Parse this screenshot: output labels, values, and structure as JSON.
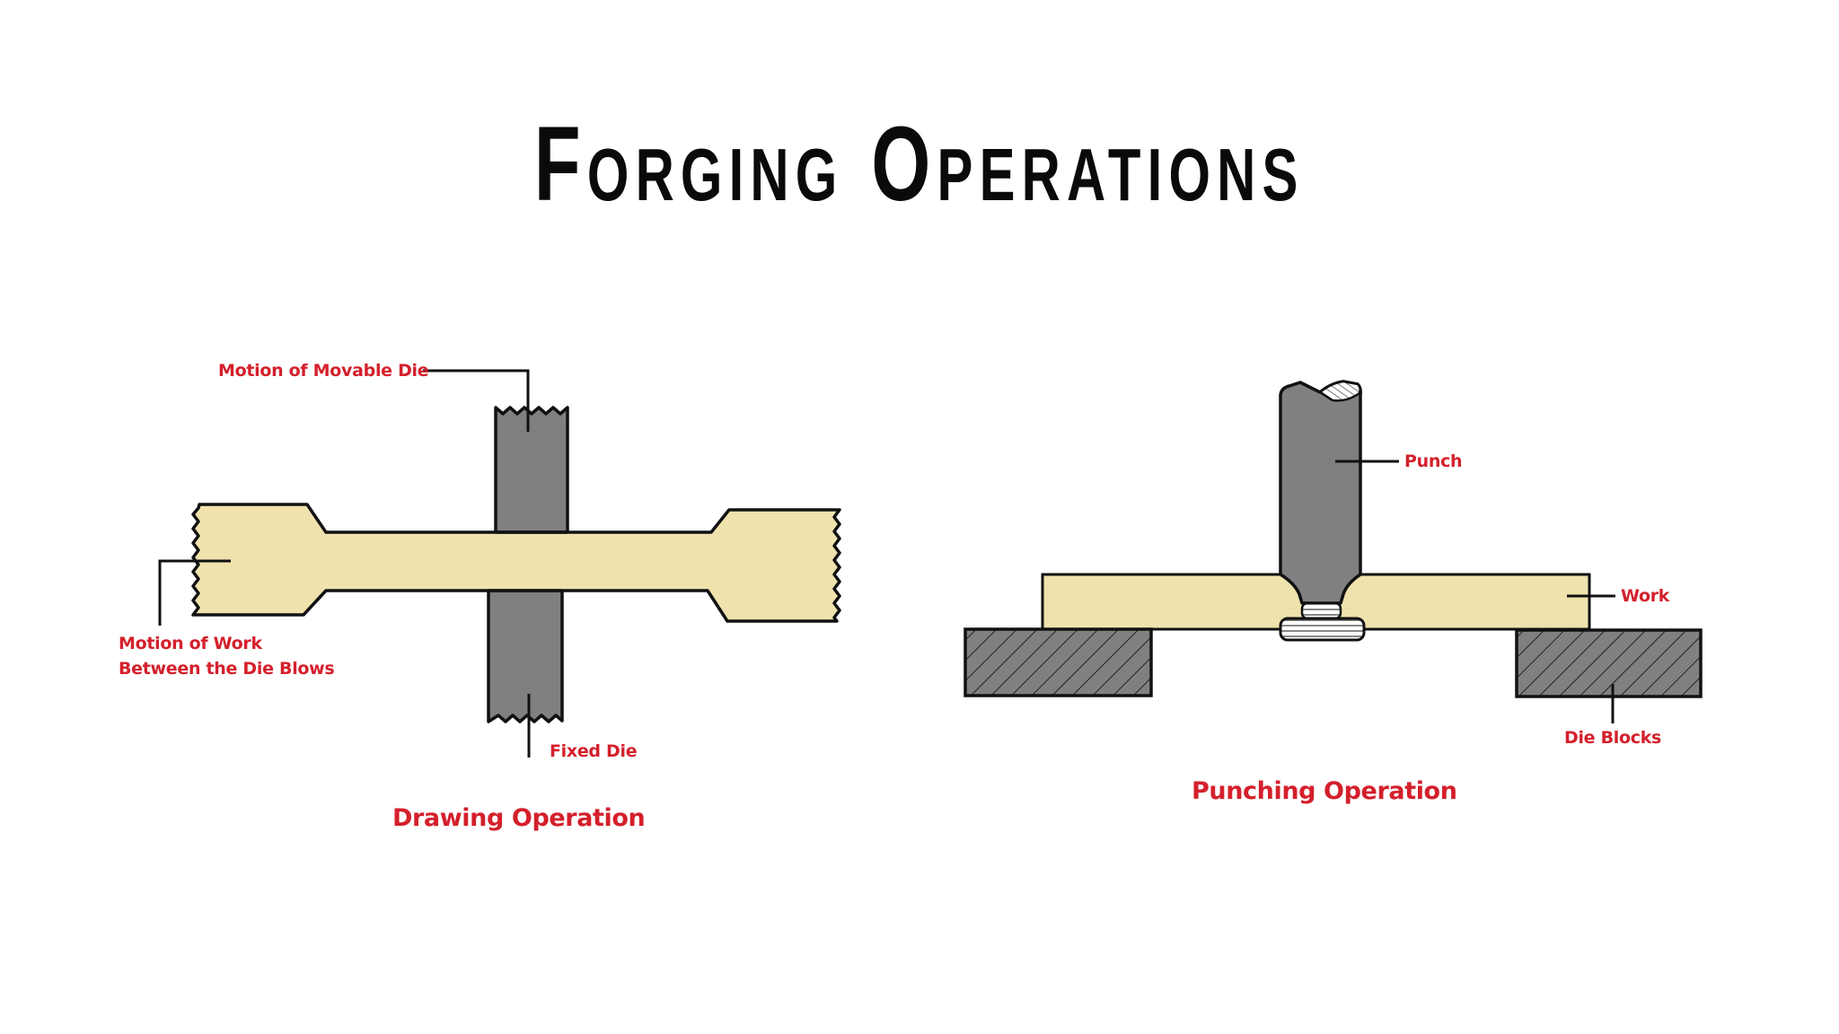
{
  "title": "Forging Operations",
  "colors": {
    "label_red": "#d4202c",
    "work_fill": "#efe2ad",
    "die_fill": "#808080",
    "outline": "#111111",
    "background": "#ffffff"
  },
  "drawing": {
    "caption": "Drawing Operation",
    "labels": {
      "movable_die": "Motion of Movable Die",
      "work_motion_line1": "Motion of Work",
      "work_motion_line2": "Between the Die Blows",
      "fixed_die": "Fixed Die"
    },
    "parts": [
      "movable-die",
      "fixed-die",
      "workpiece"
    ]
  },
  "punching": {
    "caption": "Punching Operation",
    "labels": {
      "punch": "Punch",
      "work": "Work",
      "die_blocks": "Die Blocks"
    },
    "parts": [
      "punch",
      "work",
      "slug",
      "die-block-left",
      "die-block-right"
    ]
  }
}
